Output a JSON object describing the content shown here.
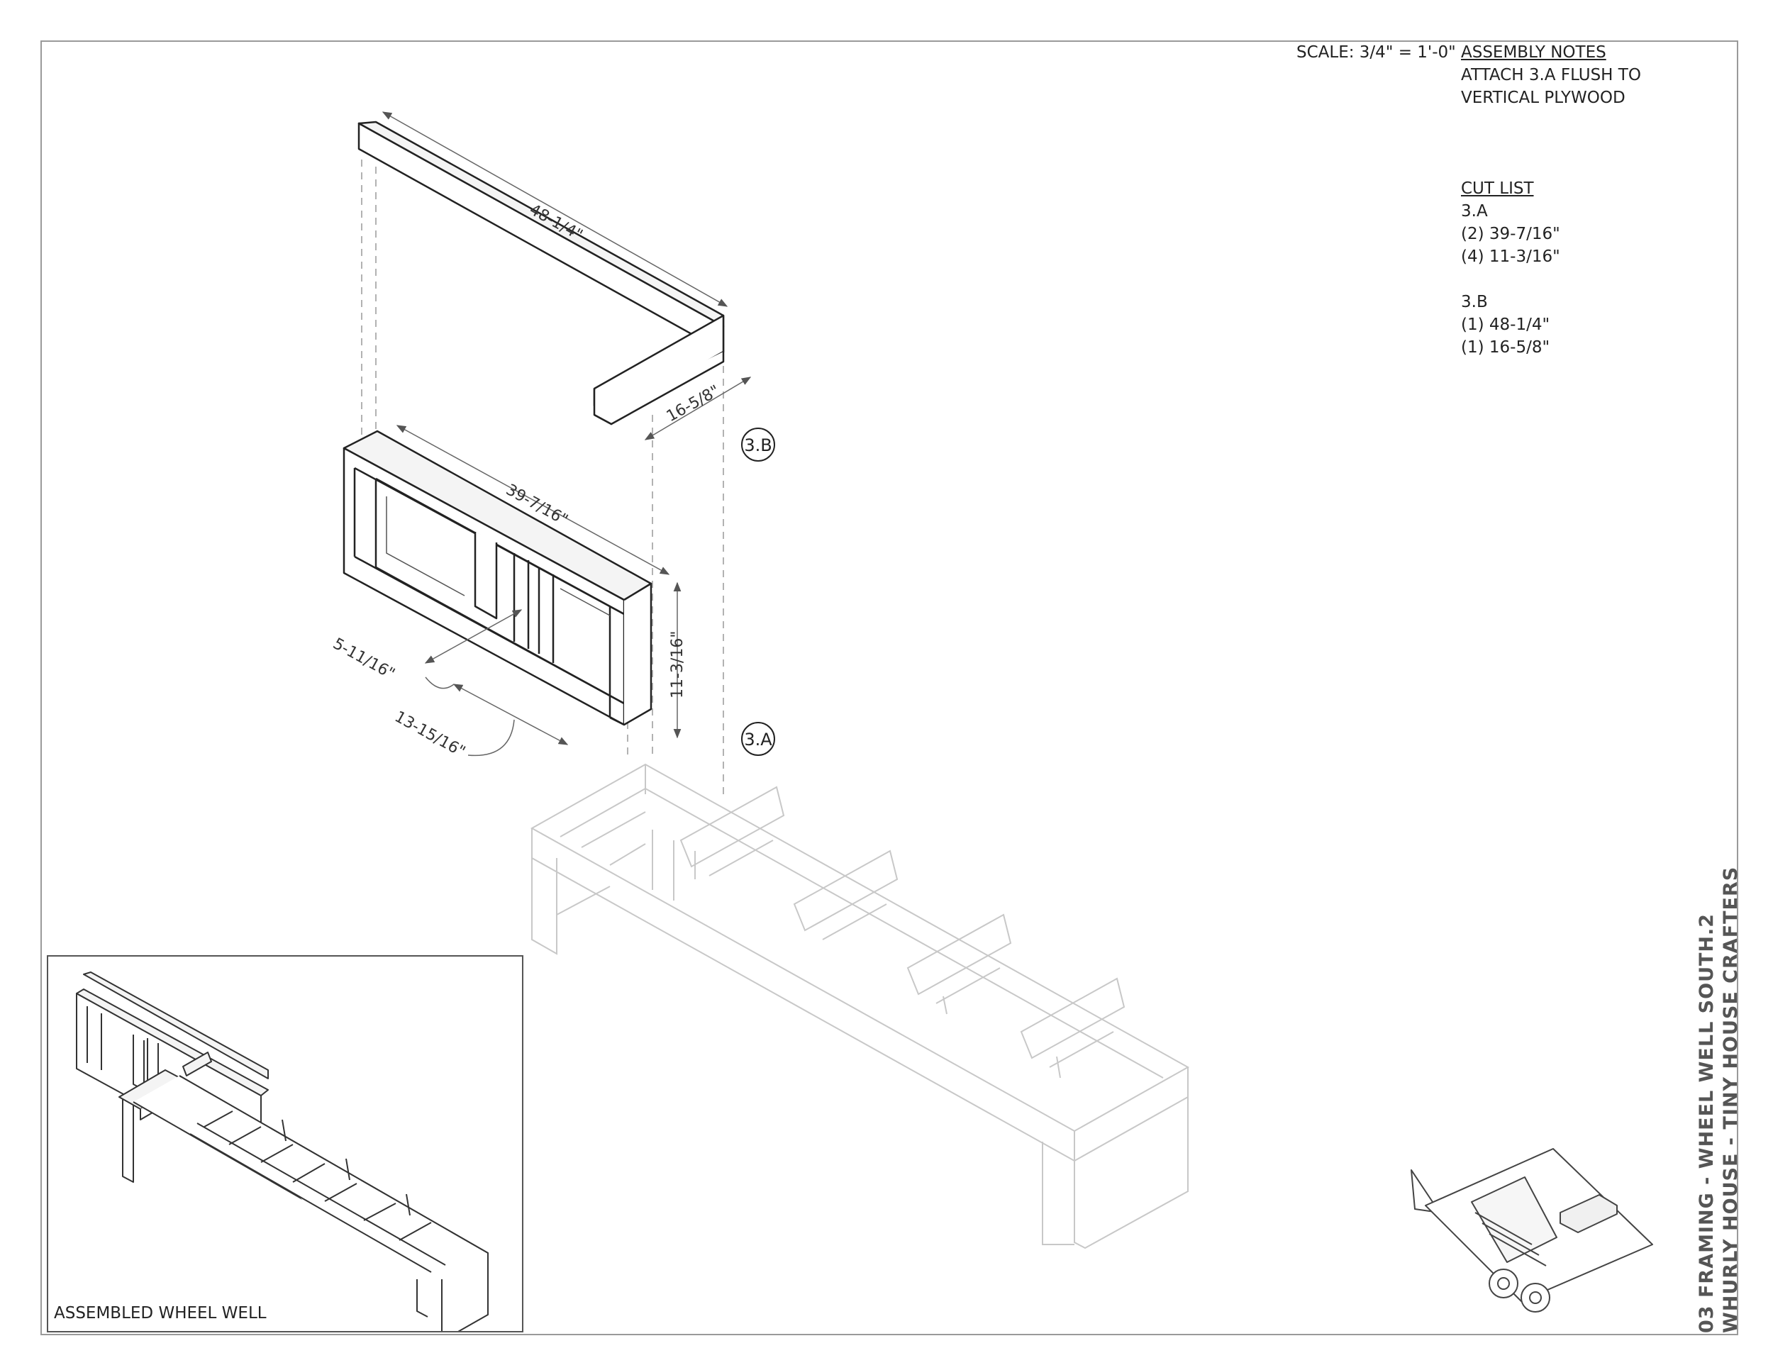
{
  "scale": "SCALE: 3/4\" = 1'-0\"",
  "assembly_notes": {
    "heading": "ASSEMBLY NOTES",
    "lines": [
      "ATTACH 3.A FLUSH TO",
      "VERTICAL PLYWOOD"
    ]
  },
  "cut_list": {
    "heading": "CUT LIST",
    "groups": [
      {
        "label": "3.A",
        "items": [
          "(2) 39-7/16\"",
          "(4) 11-3/16\""
        ]
      },
      {
        "label": "3.B",
        "items": [
          "(1) 48-1/4\"",
          "(1) 16-5/8\""
        ]
      }
    ]
  },
  "dimensions": {
    "top_long": "48-1/4\"",
    "top_short": "16-5/8\"",
    "frame_length": "39-7/16\"",
    "frame_height": "11-3/16\"",
    "offset_a": "5-11/16\"",
    "offset_b": "13-15/16\""
  },
  "callouts": {
    "b": "3.B",
    "a": "3.A"
  },
  "inset_label": "ASSEMBLED WHEEL WELL",
  "title_block": {
    "line1": "03 FRAMING - WHEEL WELL SOUTH.2",
    "line2": "WHURLY HOUSE - TINY HOUSE CRAFTERS"
  },
  "colors": {
    "border": "#9a9a9a",
    "line_dark": "#222222",
    "line_ghost": "#c8c8c8",
    "title": "#555555"
  }
}
